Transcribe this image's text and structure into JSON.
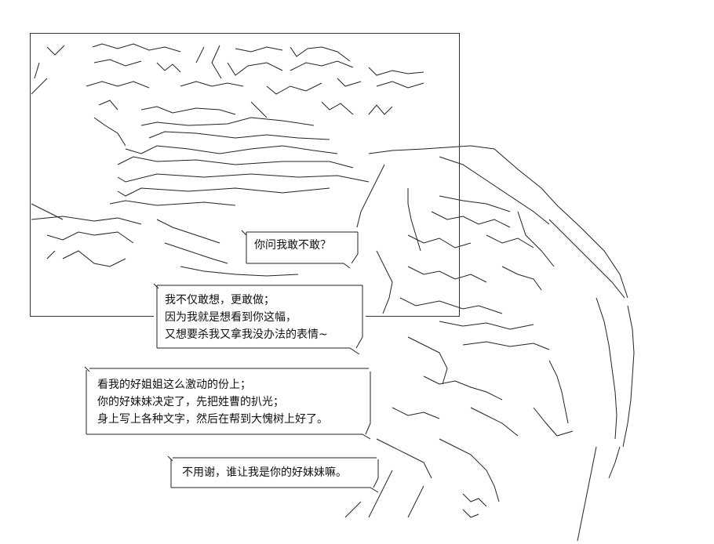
{
  "bubbles": [
    {
      "lines": [
        "你问我敢不敢？"
      ]
    },
    {
      "lines": [
        "我不仅敢想，更敢做；",
        "因为我就是想看到你这幅，",
        "又想要杀我又拿我没办法的表情~"
      ]
    },
    {
      "lines": [
        "看我的好姐姐这么激动的份上；",
        "你的好妹妹决定了，先把姓曹的扒光；",
        "身上写上各种文字，然后在帮到大愧树上好了。"
      ]
    },
    {
      "lines": [
        "不用谢，谁让我是你的好妹妹嘛。"
      ]
    }
  ]
}
